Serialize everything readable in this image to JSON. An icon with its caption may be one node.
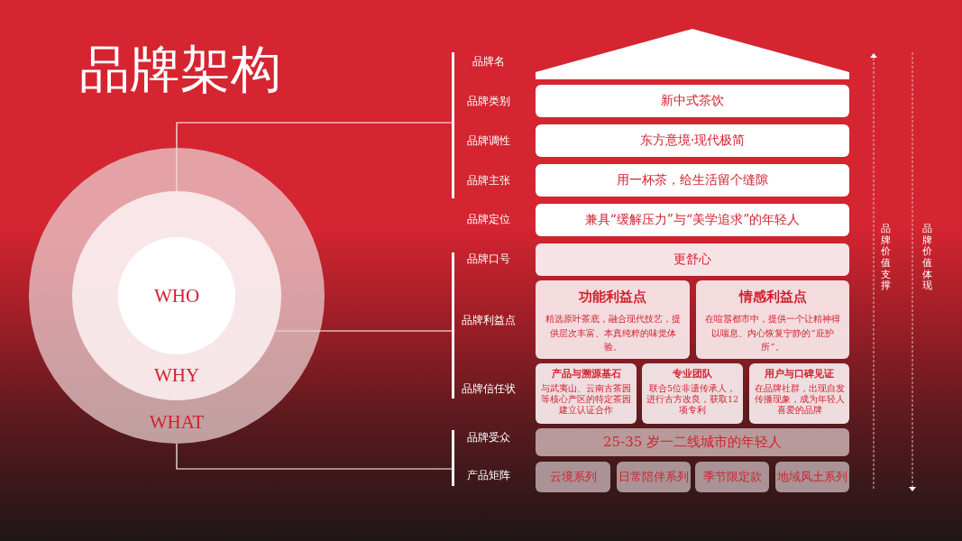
{
  "diagram": {
    "title": "品牌架构",
    "nodes": [
      {
        "text": [
          "WHAT"
        ]
      },
      {
        "text": [
          "WHY"
        ],
        "in": 0
      },
      {
        "text": [
          "WHO"
        ],
        "in": 1
      },
      {
        "text": [],
        "shape": "bar"
      },
      {
        "text": [],
        "shape": "bar"
      },
      {
        "text": [],
        "shape": "bar"
      },
      {
        "text": [],
        "shape": "triangle"
      },
      {
        "text": [
          "新中式茶饮"
        ]
      },
      {
        "text": [
          "东方意境·现代极简"
        ]
      },
      {
        "text": [
          "用一杯茶，给生活留个缝隙"
        ]
      },
      {
        "text": [
          "兼具“缓解压力”与“美学追求”的年轻人"
        ]
      },
      {
        "text": [
          "更舒心"
        ]
      },
      {
        "text": [
          "功能利益点",
          "精选原叶茶底，融合现代技艺，提供层次丰富、本真纯粹的味觉体验。"
        ]
      },
      {
        "text": [
          "情感利益点",
          "在喧嚣都市中，提供一个让精神得以喘息、内心恢复宁静的“庇护所”。"
        ]
      },
      {
        "text": [
          "产品与溯源基石",
          "与武夷山、云南古茶园等核心产区的特定茶园建立认证合作"
        ]
      },
      {
        "text": [
          "专业团队",
          "联合5位非遗传承人，进行古方改良，获取12项专利"
        ]
      },
      {
        "text": [
          "用户与口碑见证",
          "在品牌社群，出现自发传播现象，成为年轻人喜爱的品牌"
        ]
      },
      {
        "text": [
          "25-35 岁一二线城市的年轻人"
        ]
      },
      {
        "text": [
          "云境系列"
        ]
      },
      {
        "text": [
          "日常陪伴系列"
        ]
      },
      {
        "text": [
          "季节限定款"
        ]
      },
      {
        "text": [
          "地域风土系列"
        ]
      }
    ],
    "edges": [
      {
        "from": 2,
        "to": 3,
        "arrow": "none"
      },
      {
        "from": 1,
        "to": 4,
        "arrow": "none"
      },
      {
        "from": 0,
        "to": 5,
        "arrow": "none"
      }
    ],
    "labels": [
      "品牌名",
      "品牌类别",
      "品牌调性",
      "品牌主张",
      "品牌定位",
      "品牌口号",
      "品牌利益点",
      "品牌信任状",
      "品牌受众",
      "产品矩阵",
      "品牌价值支撑",
      "品牌价值体现"
    ]
  }
}
